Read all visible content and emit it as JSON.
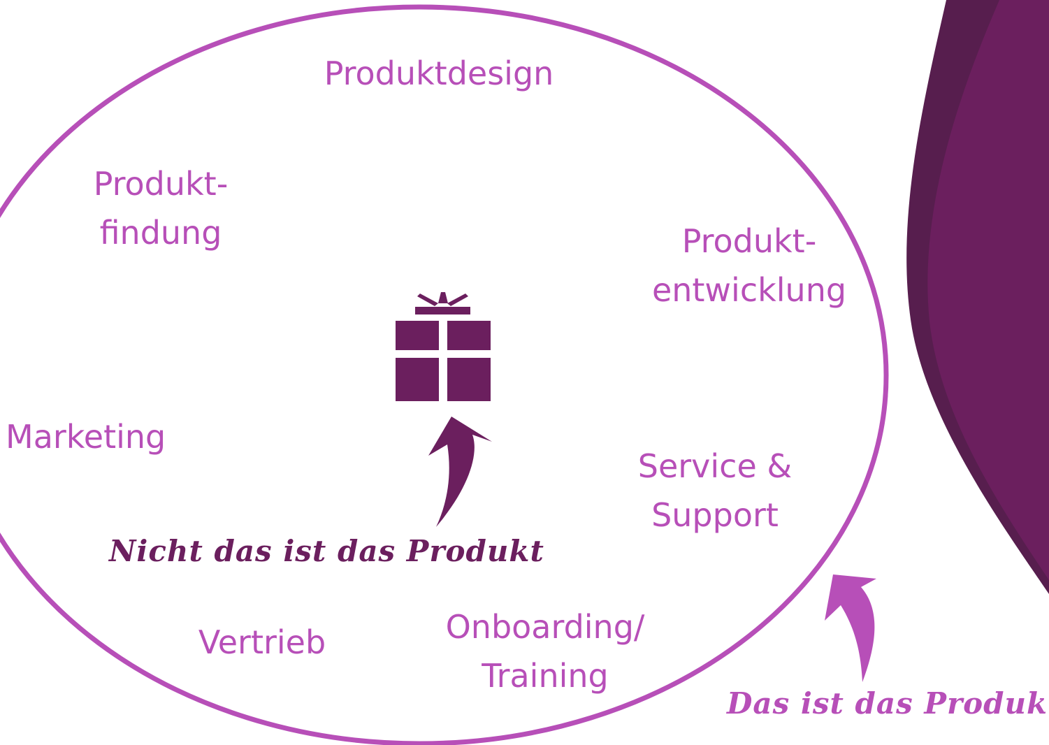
{
  "colors": {
    "accent": "#b74fb8",
    "dark_purple": "#6b1f5e",
    "darker_purple": "#571e4e"
  },
  "segments": {
    "produktdesign": "Produktdesign",
    "produktfindung": [
      "Produkt-",
      "findung"
    ],
    "produktentwicklung": [
      "Produkt-",
      "entwicklung"
    ],
    "marketing": "Marketing",
    "service_support": [
      "Service &",
      "Support"
    ],
    "vertrieb": "Vertrieb",
    "onboarding_training": [
      "Onboarding/",
      "Training"
    ]
  },
  "captions": {
    "inner": "Nicht das ist das Produkt",
    "outer": "Das ist das Produkt"
  },
  "icons": {
    "center": "gift-icon"
  }
}
